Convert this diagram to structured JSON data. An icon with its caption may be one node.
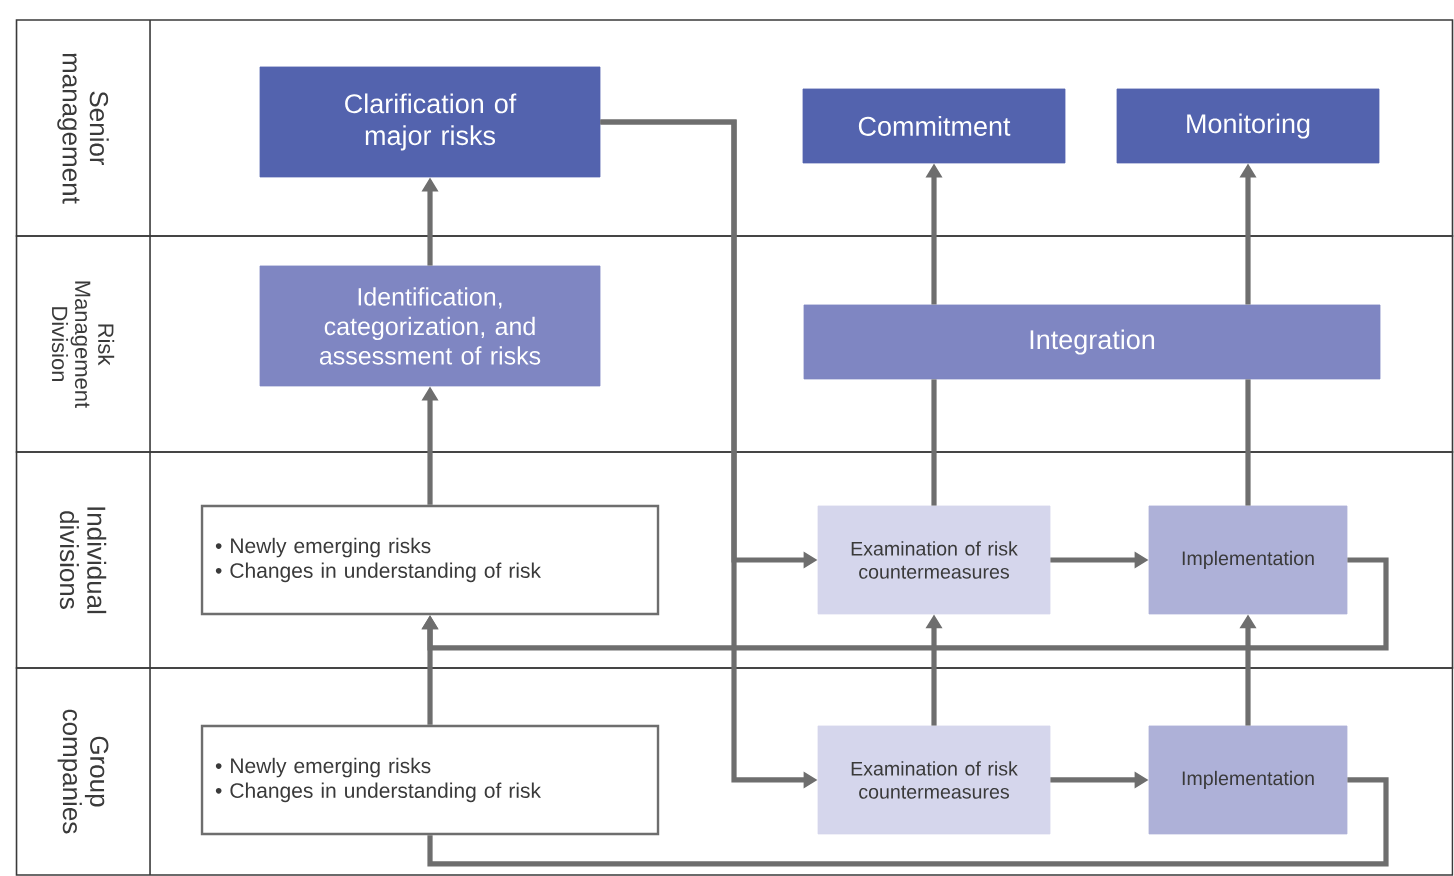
{
  "diagram": {
    "nodes": [
      {
        "text": [
          "Senior management"
        ]
      },
      {
        "text": [
          "Clarification of major risks"
        ],
        "in": 0
      },
      {
        "text": [
          "Commitment"
        ],
        "in": 0
      },
      {
        "text": [
          "Monitoring"
        ],
        "in": 0
      },
      {
        "text": [
          "Risk Management Division"
        ]
      },
      {
        "text": [
          "Identification, categorization, and assessment of risks"
        ],
        "in": 4
      },
      {
        "text": [
          "Integration"
        ],
        "in": 4
      },
      {
        "text": [
          "Individual divisions"
        ]
      },
      {
        "text": [
          "• Newly emerging risks",
          "• Changes in understanding of risk"
        ],
        "in": 7
      },
      {
        "text": [
          "Examination of risk countermeasures"
        ],
        "in": 7
      },
      {
        "text": [
          "Implementation"
        ],
        "in": 7
      },
      {
        "text": [
          "Group companies"
        ]
      },
      {
        "text": [
          "• Newly emerging risks",
          "• Changes in understanding of risk"
        ],
        "in": 11
      },
      {
        "text": [
          "Examination of risk countermeasures"
        ],
        "in": 11
      },
      {
        "text": [
          "Implementation"
        ],
        "in": 11
      }
    ],
    "edges": [
      {
        "from": 5,
        "to": 1,
        "arrow": "to"
      },
      {
        "from": 8,
        "to": 5,
        "arrow": "to"
      },
      {
        "from": 1,
        "to": 9,
        "arrow": "to"
      },
      {
        "from": 1,
        "to": 13,
        "arrow": "to"
      },
      {
        "from": 9,
        "to": 10,
        "arrow": "to"
      },
      {
        "from": 13,
        "to": 14,
        "arrow": "to"
      },
      {
        "from": 13,
        "to": 9,
        "arrow": "to"
      },
      {
        "from": 14,
        "to": 10,
        "arrow": "to"
      },
      {
        "from": 9,
        "to": 6,
        "arrow": "none"
      },
      {
        "from": 10,
        "to": 6,
        "arrow": "none"
      },
      {
        "from": 6,
        "to": 2,
        "arrow": "to"
      },
      {
        "from": 6,
        "to": 3,
        "arrow": "to"
      },
      {
        "from": 10,
        "to": 8,
        "arrow": "to"
      },
      {
        "from": 12,
        "to": 8,
        "arrow": "to"
      },
      {
        "from": 14,
        "to": 12,
        "arrow": "none"
      }
    ]
  }
}
